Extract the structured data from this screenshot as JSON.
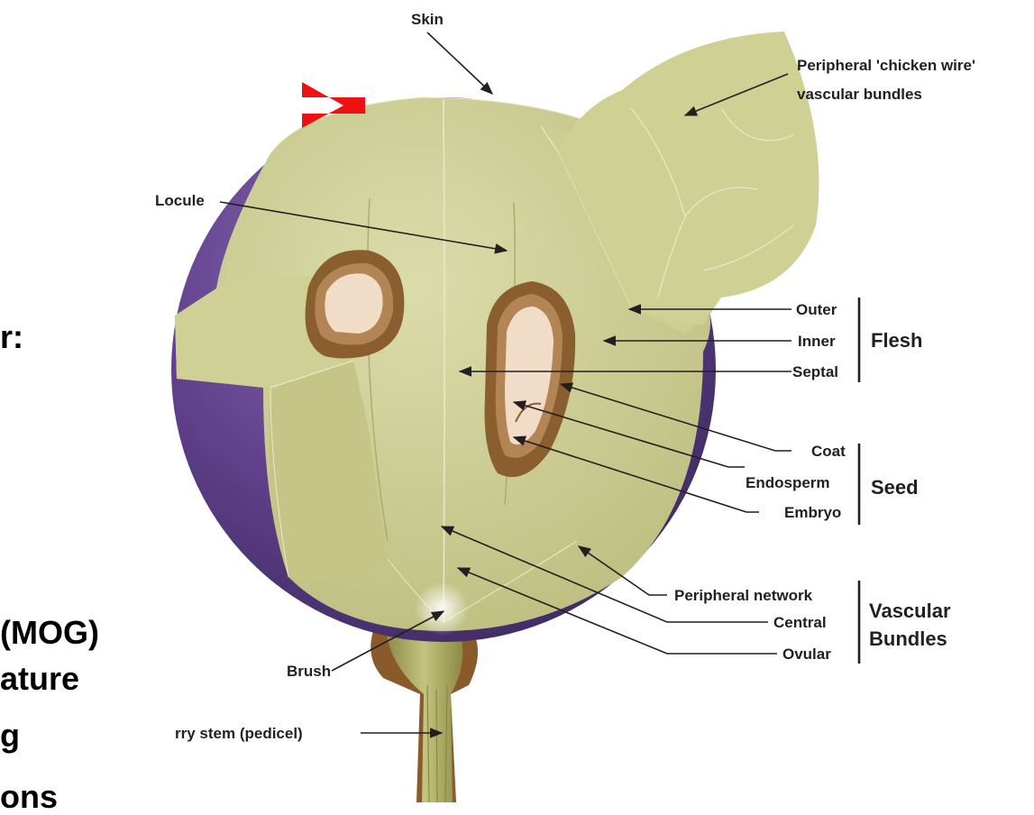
{
  "slide_text": {
    "line_colon": "r:",
    "line_mog": "(MOG)",
    "line_ature": "ature",
    "line_g": "g",
    "line_ons": "ons"
  },
  "labels": {
    "skin": "Skin",
    "peripheral_chicken_wire_1": "Peripheral 'chicken wire'",
    "peripheral_chicken_wire_2": "vascular bundles",
    "locule": "Locule",
    "outer": "Outer",
    "inner": "Inner",
    "septal": "Septal",
    "flesh": "Flesh",
    "coat": "Coat",
    "endosperm": "Endosperm",
    "embryo": "Embryo",
    "seed": "Seed",
    "peripheral_network": "Peripheral network",
    "central": "Central",
    "ovular": "Ovular",
    "vascular_bundles_1": "Vascular",
    "vascular_bundles_2": "Bundles",
    "brush": "Brush",
    "berry_stem": "rry stem (pedicel)"
  },
  "colors": {
    "highlight_arrow": "#ee1111",
    "skin_purple": "#5e3d86",
    "flesh": "#c8c98d",
    "seed_coat": "#8a5e2e",
    "endosperm": "#f1dcc8",
    "stem": "#a9aa5e"
  }
}
